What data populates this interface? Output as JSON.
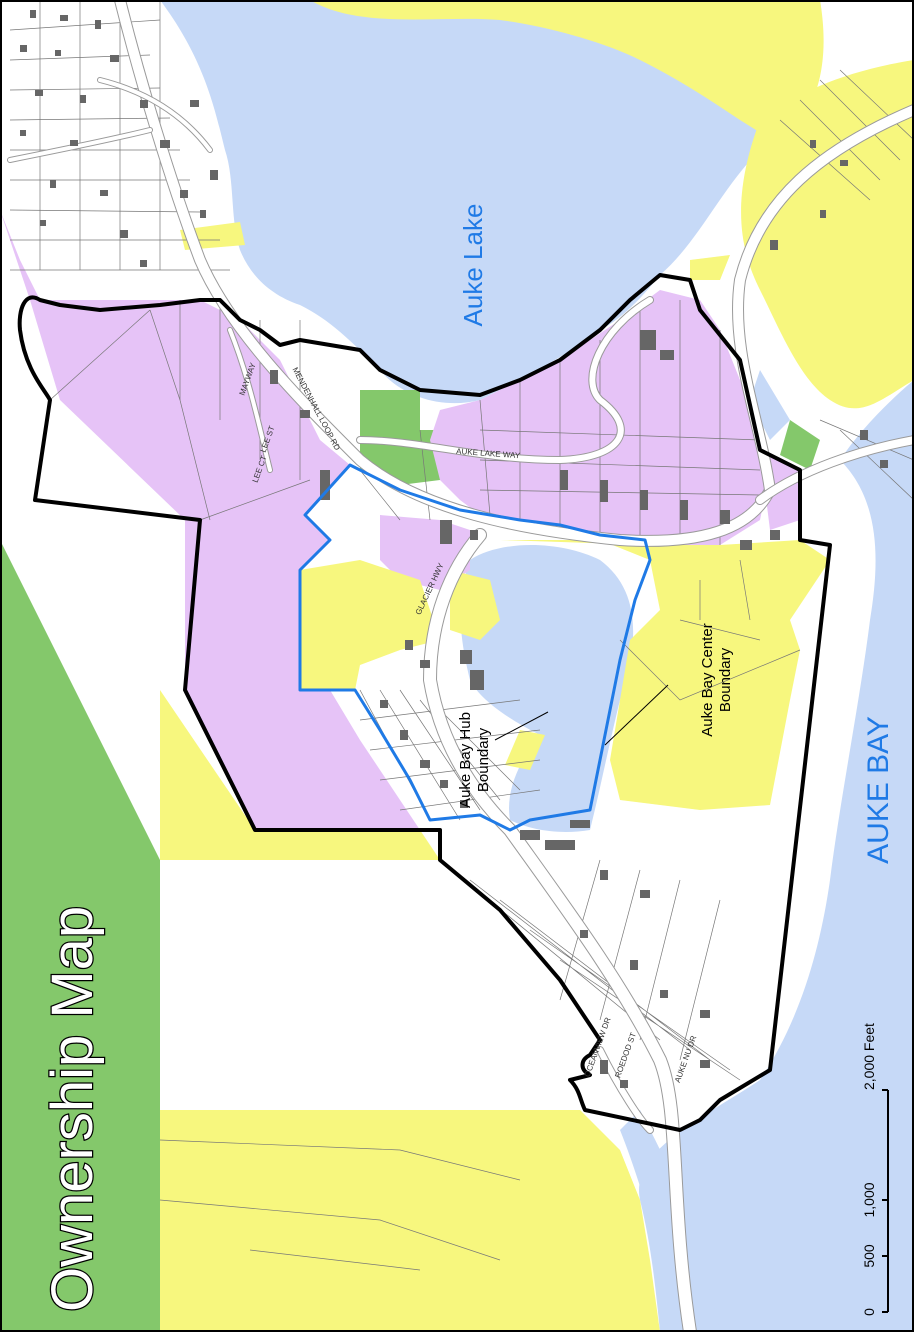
{
  "title": "Ownership Map",
  "water_labels": {
    "lake": "Auke Lake",
    "bay": "AUKE BAY"
  },
  "boundaries": {
    "center": {
      "line1": "Auke Bay Center",
      "line2": "Boundary"
    },
    "hub": {
      "line1": "Auke Bay Hub",
      "line2": "Boundary"
    }
  },
  "roads": {
    "mendenhall_loop": "MENDENHALL LOOP RD",
    "auke_lake_way": "AUKE LAKE WAY",
    "glacier_hwy": "GLACIER HWY",
    "lee_st": "LEE ST",
    "lee_ct": "LEE CT",
    "mayway": "MAYWAY",
    "oceanview": "OCEANVIEW DR",
    "roedod_st": "ROEDOD ST",
    "auke_nu_dr": "AUKE NU DR"
  },
  "scale_bar": {
    "ticks": [
      "0",
      "500",
      "1,000",
      "2,000 Feet"
    ]
  },
  "colors": {
    "water": "#c6d9f7",
    "purple": "#e6c3f7",
    "yellow": "#f7f77e",
    "green": "#84c86b",
    "hub_boundary": "#000000",
    "center_boundary": "#1f7ae6",
    "label_blue": "#1f7ae6"
  }
}
